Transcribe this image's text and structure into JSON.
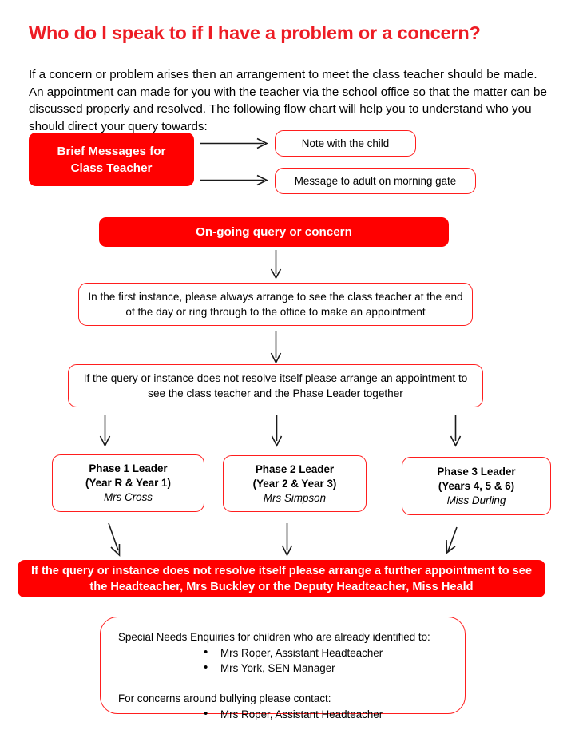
{
  "document": {
    "title": "Who do I speak to if I have a problem or a concern?",
    "intro": "If a concern or problem arises then an arrangement to meet the class teacher should be made.  An appointment can made for you with the teacher via the school office so that the matter can be discussed properly and resolved.  The following flow chart will help you to understand who you should direct your query towards:"
  },
  "colors": {
    "brand_red": "#FF0000",
    "title_red": "#ED1C24",
    "outline_red": "#FF1E1E",
    "text_black": "#000000",
    "background": "#FFFFFF"
  },
  "flowchart": {
    "brief_messages": {
      "line1": "Brief Messages for",
      "line2": "Class Teacher"
    },
    "note_with_child": "Note with the child",
    "message_morning_gate": "Message to adult on morning gate",
    "ongoing_query": "On-going query or concern",
    "first_instance": "In the first instance, please always arrange to see the class teacher at the end of the day or ring through to the office to make an appointment",
    "phase_leader_meeting": "If the query or instance does not resolve itself please arrange an appointment to see the class teacher and the Phase Leader together",
    "phase_leaders": [
      {
        "role": "Phase 1 Leader",
        "years": "(Year R & Year 1)",
        "person": "Mrs Cross"
      },
      {
        "role": "Phase 2 Leader",
        "years": "(Year 2 & Year 3)",
        "person": "Mrs Simpson"
      },
      {
        "role": "Phase 3 Leader",
        "years": "(Years 4, 5 & 6)",
        "person": "Miss Durling"
      }
    ],
    "headteacher_banner": "If the query or instance does not resolve itself please arrange a further appointment to see the Headteacher, Mrs Buckley or the Deputy Headteacher, Miss Heald",
    "special_needs": {
      "heading": "Special Needs Enquiries for children who are already identified to:",
      "contacts": [
        "Mrs Roper, Assistant Headteacher",
        "Mrs York, SEN Manager"
      ],
      "bullying_heading": "For concerns around bullying please contact:",
      "bullying_contacts": [
        "Mrs Roper, Assistant Headteacher"
      ]
    }
  }
}
